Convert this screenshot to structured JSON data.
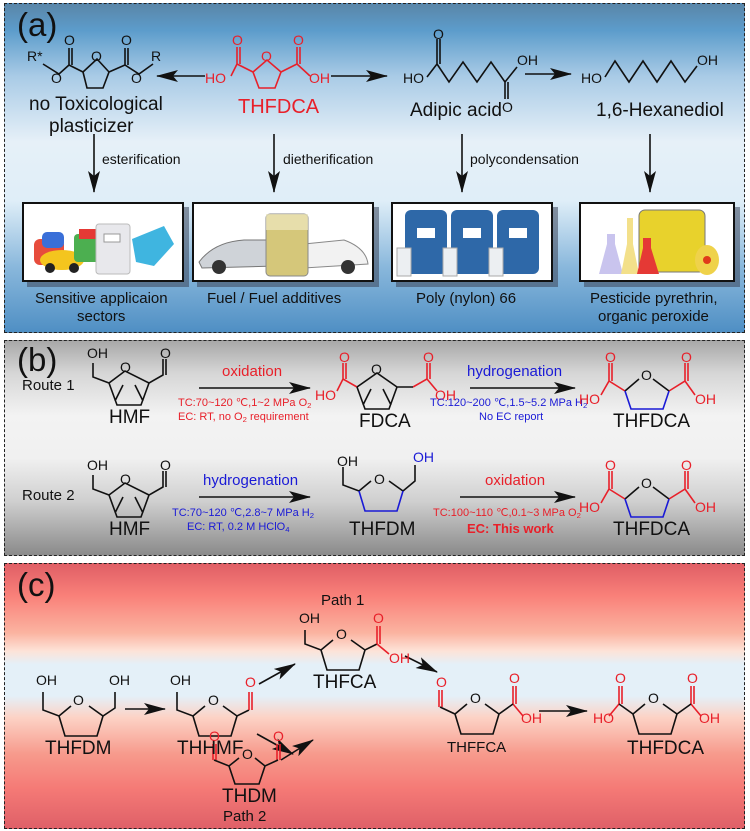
{
  "figure": {
    "colors": {
      "accent_red": "#e8202a",
      "accent_blue": "#1a1ad6",
      "text": "#111111"
    },
    "panel_a": {
      "label": "(a)",
      "center_compound": "THFDCA",
      "compounds": {
        "plasticizer": {
          "line1": "no Toxicological",
          "line2": "plasticizer",
          "groups": {
            "r_left": "R*",
            "r_right": "R",
            "o": "O"
          }
        },
        "adipic_acid": {
          "name": "Adipic acid",
          "groups": {
            "ho": "HO",
            "oh": "OH",
            "o": "O"
          }
        },
        "hexanediol": {
          "name": "1,6-Hexanediol",
          "groups": {
            "ho": "HO",
            "oh": "OH"
          }
        },
        "thfdca": {
          "groups": {
            "ho": "HO",
            "oh": "OH",
            "o": "O"
          }
        }
      },
      "reactions": [
        "esterification",
        "dietherification",
        "polycondensation"
      ],
      "applications": [
        {
          "label1": "Sensitive applicaion",
          "label2": "sectors",
          "image": "toys-bag-gloves-image"
        },
        {
          "label1": "Fuel / Fuel additives",
          "label2": "",
          "image": "cars-beaker-image"
        },
        {
          "label1": "Poly (nylon) 66",
          "label2": "",
          "image": "drums-image"
        },
        {
          "label1": "Pesticide pyrethrin,",
          "label2": "organic peroxide",
          "image": "sprayer-flasks-image"
        }
      ]
    },
    "panel_b": {
      "label": "(b)",
      "routes": [
        {
          "name": "Route 1",
          "start": "HMF",
          "step1": {
            "type": "oxidation",
            "tc": "TC:70~120 ℃,1~2 MPa O",
            "tc_sub": "2",
            "ec": "EC: RT, no O",
            "ec_sub": "2",
            "ec_tail": " requirement"
          },
          "intermediate": "FDCA",
          "step2": {
            "type": "hydrogenation",
            "tc": "TC:120~200 ℃,1.5~5.2 MPa H",
            "tc_sub": "2",
            "ec": "No EC report"
          },
          "product": "THFDCA"
        },
        {
          "name": "Route 2",
          "start": "HMF",
          "step1": {
            "type": "hydrogenation",
            "tc": "TC:70~120 ℃,2.8~7 MPa H",
            "tc_sub": "2",
            "ec": "EC: RT, 0.2 M HClO",
            "ec_sub": "4"
          },
          "intermediate": "THFDM",
          "step2": {
            "type": "oxidation",
            "tc": "TC:100~110 ℃,0.1~3 MPa O",
            "tc_sub": "2",
            "ec": "EC: This work"
          },
          "product": "THFDCA"
        }
      ],
      "atoms": {
        "oh": "OH",
        "ho": "HO",
        "o": "O"
      }
    },
    "panel_c": {
      "label": "(c)",
      "path1": "Path 1",
      "path2": "Path 2",
      "compounds": [
        "THFDM",
        "THHMF",
        "THFCA",
        "THDM",
        "THFFCA",
        "THFDCA"
      ],
      "atoms": {
        "oh": "OH",
        "ho": "HO",
        "o": "O"
      }
    }
  }
}
